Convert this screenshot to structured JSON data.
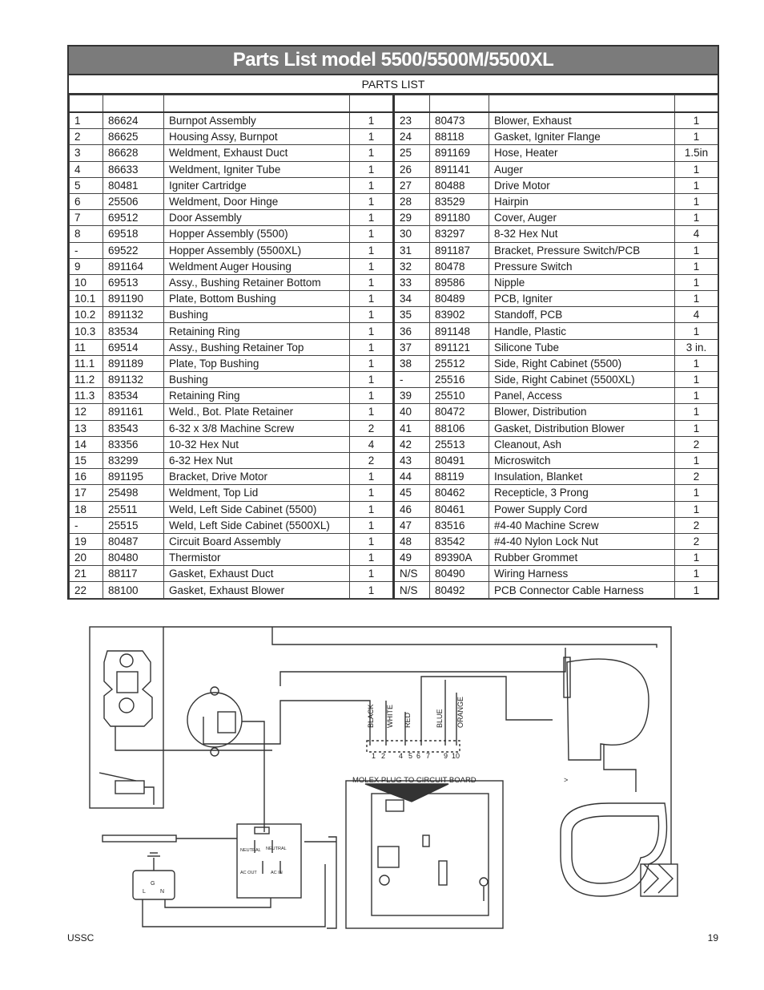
{
  "page": {
    "title": "Parts List model 5500/5500M/5500XL",
    "subtitle": "PARTS LIST"
  },
  "left_rows": [
    [
      "1",
      "86624",
      "Burnpot Assembly",
      "1"
    ],
    [
      "2",
      "86625",
      "Housing Assy, Burnpot",
      "1"
    ],
    [
      "3",
      "86628",
      "Weldment, Exhaust Duct",
      "1"
    ],
    [
      "4",
      "86633",
      "Weldment, Igniter Tube",
      "1"
    ],
    [
      "5",
      "80481",
      "Igniter Cartridge",
      "1"
    ],
    [
      "6",
      "25506",
      "Weldment, Door Hinge",
      "1"
    ],
    [
      "7",
      "69512",
      "Door Assembly",
      "1"
    ],
    [
      "8",
      "69518",
      "Hopper Assembly (5500)",
      "1"
    ],
    [
      "-",
      "69522",
      "Hopper Assembly (5500XL)",
      "1"
    ],
    [
      "9",
      "891164",
      "Weldment Auger Housing",
      "1"
    ],
    [
      "10",
      "69513",
      "Assy., Bushing Retainer Bottom",
      "1"
    ],
    [
      "10.1",
      "891190",
      "Plate, Bottom Bushing",
      "1"
    ],
    [
      "10.2",
      "891132",
      "Bushing",
      "1"
    ],
    [
      "10.3",
      "83534",
      "Retaining Ring",
      "1"
    ],
    [
      "11",
      "69514",
      "Assy., Bushing Retainer Top",
      "1"
    ],
    [
      "11.1",
      "891189",
      "Plate, Top Bushing",
      "1"
    ],
    [
      "11.2",
      "891132",
      "Bushing",
      "1"
    ],
    [
      "11.3",
      "83534",
      "Retaining Ring",
      "1"
    ],
    [
      "12",
      "891161",
      "Weld., Bot. Plate Retainer",
      "1"
    ],
    [
      "13",
      "83543",
      "6-32 x 3/8 Machine Screw",
      "2"
    ],
    [
      "14",
      "83356",
      "10-32 Hex Nut",
      "4"
    ],
    [
      "15",
      "83299",
      "6-32 Hex Nut",
      "2"
    ],
    [
      "16",
      "891195",
      "Bracket, Drive Motor",
      "1"
    ],
    [
      "17",
      "25498",
      "Weldment, Top Lid",
      "1"
    ],
    [
      "18",
      "25511",
      "Weld, Left Side Cabinet (5500)",
      "1"
    ],
    [
      "-",
      "25515",
      "Weld, Left Side Cabinet (5500XL)",
      "1"
    ],
    [
      "19",
      "80487",
      "Circuit Board Assembly",
      "1"
    ],
    [
      "20",
      "80480",
      "Thermistor",
      "1"
    ],
    [
      "21",
      "88117",
      "Gasket, Exhaust Duct",
      "1"
    ],
    [
      "22",
      "88100",
      "Gasket, Exhaust Blower",
      "1"
    ]
  ],
  "right_rows": [
    [
      "23",
      "80473",
      "Blower, Exhaust",
      "1"
    ],
    [
      "24",
      "88118",
      "Gasket, Igniter Flange",
      "1"
    ],
    [
      "25",
      "891169",
      "Hose, Heater",
      "1.5in"
    ],
    [
      "26",
      "891141",
      "Auger",
      "1"
    ],
    [
      "27",
      "80488",
      "Drive Motor",
      "1"
    ],
    [
      "28",
      "83529",
      "Hairpin",
      "1"
    ],
    [
      "29",
      "891180",
      "Cover, Auger",
      "1"
    ],
    [
      "30",
      "83297",
      "8-32 Hex Nut",
      "4"
    ],
    [
      "31",
      "891187",
      "Bracket, Pressure Switch/PCB",
      "1"
    ],
    [
      "32",
      "80478",
      "Pressure Switch",
      "1"
    ],
    [
      "33",
      "89586",
      "Nipple",
      "1"
    ],
    [
      "34",
      "80489",
      "PCB, Igniter",
      "1"
    ],
    [
      "35",
      "83902",
      "Standoff, PCB",
      "4"
    ],
    [
      "36",
      "891148",
      "Handle, Plastic",
      "1"
    ],
    [
      "37",
      "891121",
      "Silicone Tube",
      "3 in."
    ],
    [
      "38",
      "25512",
      "Side, Right Cabinet (5500)",
      "1"
    ],
    [
      "-",
      "25516",
      "Side, Right Cabinet (5500XL)",
      "1"
    ],
    [
      "39",
      "25510",
      "Panel, Access",
      "1"
    ],
    [
      "40",
      "80472",
      "Blower, Distribution",
      "1"
    ],
    [
      "41",
      "88106",
      "Gasket, Distribution Blower",
      "1"
    ],
    [
      "42",
      "25513",
      "Cleanout, Ash",
      "2"
    ],
    [
      "43",
      "80491",
      "Microswitch",
      "1"
    ],
    [
      "44",
      "88119",
      "Insulation, Blanket",
      "2"
    ],
    [
      "45",
      "80462",
      "Recepticle, 3 Prong",
      "1"
    ],
    [
      "46",
      "80461",
      "Power Supply Cord",
      "1"
    ],
    [
      "47",
      "83516",
      "#4-40 Machine Screw",
      "2"
    ],
    [
      "48",
      "83542",
      "#4-40 Nylon Lock Nut",
      "2"
    ],
    [
      "49",
      "89390A",
      "Rubber Grommet",
      "1"
    ],
    [
      "N/S",
      "80490",
      "Wiring Harness",
      "1"
    ],
    [
      "N/S",
      "80492",
      "PCB Connector Cable Harness",
      "1"
    ]
  ],
  "diagram": {
    "wire_colors": [
      "BLACK",
      "WHITE",
      "RED",
      "BLUE",
      "ORANGE"
    ],
    "pin_numbers": [
      "1",
      "2",
      "4",
      "5",
      "6",
      "7",
      "9",
      "10"
    ],
    "molex_label": "MOLEX PLUG TO CIRCUIT BOARD",
    "terminal_labels": {
      "neutral_left": "NEUTRAL",
      "neutral_right": "NEUTRAL",
      "ac_out": "AC OUT",
      "ac_in": "AC IN"
    },
    "plug_labels": {
      "ground": "G",
      "line": "L",
      "neutral": "N"
    },
    "stray_mark": ">"
  },
  "footer": {
    "left": "USSC",
    "right": "19"
  }
}
